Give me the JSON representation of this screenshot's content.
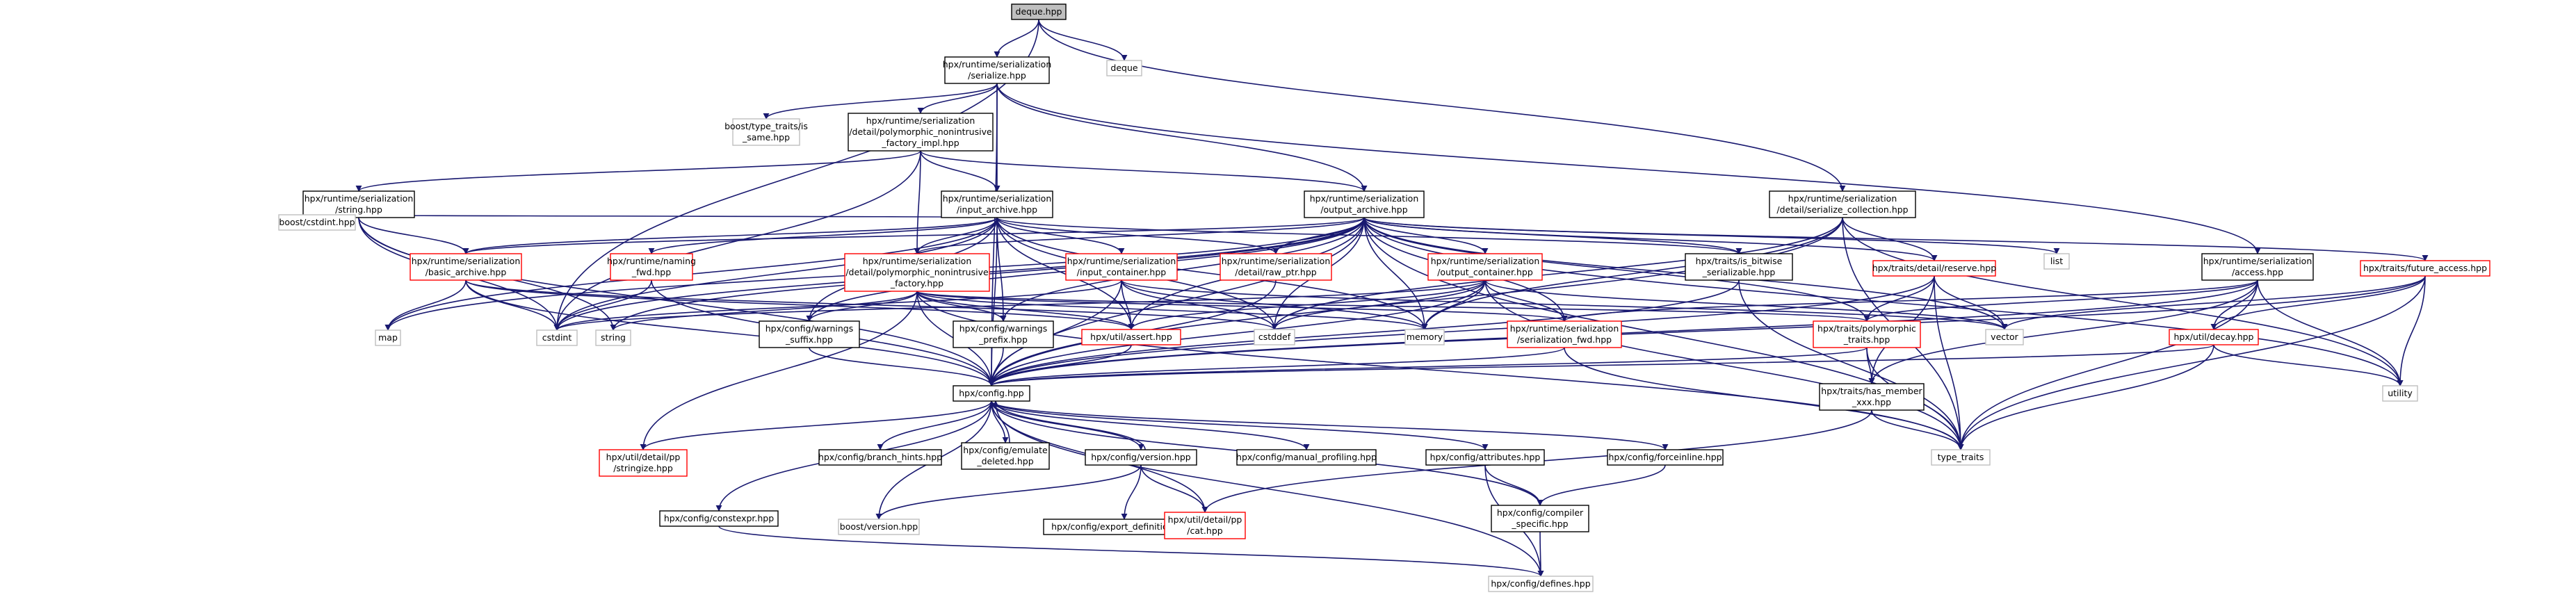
{
  "colors": {
    "edge": "#191970",
    "node_border_normal": "#000000",
    "node_border_red": "#ff0000",
    "node_border_external": "#bfbfbf",
    "root_fill": "#bfbfbf",
    "node_fill": "#ffffff"
  },
  "nodes": [
    {
      "id": "deque_hpp",
      "style": "root",
      "lines": [
        "deque.hpp"
      ]
    },
    {
      "id": "deque",
      "style": "external",
      "lines": [
        "deque"
      ]
    },
    {
      "id": "serialize",
      "style": "normal",
      "lines": [
        "hpx/runtime/serialization",
        "/serialize.hpp"
      ]
    },
    {
      "id": "is_same",
      "style": "external",
      "lines": [
        "boost/type_traits/is",
        "_same.hpp"
      ]
    },
    {
      "id": "poly_impl",
      "style": "normal",
      "lines": [
        "hpx/runtime/serialization",
        "/detail/polymorphic_nonintrusive",
        "_factory_impl.hpp"
      ]
    },
    {
      "id": "string_hpp",
      "style": "normal",
      "lines": [
        "hpx/runtime/serialization",
        "/string.hpp"
      ]
    },
    {
      "id": "input_archive",
      "style": "normal",
      "lines": [
        "hpx/runtime/serialization",
        "/input_archive.hpp"
      ]
    },
    {
      "id": "output_archive",
      "style": "normal",
      "lines": [
        "hpx/runtime/serialization",
        "/output_archive.hpp"
      ]
    },
    {
      "id": "serialize_collection",
      "style": "normal",
      "lines": [
        "hpx/runtime/serialization",
        "/detail/serialize_collection.hpp"
      ]
    },
    {
      "id": "boost_cstdint",
      "style": "external",
      "lines": [
        "boost/cstdint.hpp"
      ]
    },
    {
      "id": "basic_archive",
      "style": "red",
      "lines": [
        "hpx/runtime/serialization",
        "/basic_archive.hpp"
      ]
    },
    {
      "id": "naming_fwd",
      "style": "red",
      "lines": [
        "hpx/runtime/naming",
        "_fwd.hpp"
      ]
    },
    {
      "id": "poly_factory",
      "style": "red",
      "lines": [
        "hpx/runtime/serialization",
        "/detail/polymorphic_nonintrusive",
        "_factory.hpp"
      ]
    },
    {
      "id": "input_container",
      "style": "red",
      "lines": [
        "hpx/runtime/serialization",
        "/input_container.hpp"
      ]
    },
    {
      "id": "raw_ptr",
      "style": "red",
      "lines": [
        "hpx/runtime/serialization",
        "/detail/raw_ptr.hpp"
      ]
    },
    {
      "id": "output_container",
      "style": "red",
      "lines": [
        "hpx/runtime/serialization",
        "/output_container.hpp"
      ]
    },
    {
      "id": "is_bitwise",
      "style": "normal",
      "lines": [
        "hpx/traits/is_bitwise",
        "_serializable.hpp"
      ]
    },
    {
      "id": "reserve",
      "style": "red",
      "lines": [
        "hpx/traits/detail/reserve.hpp"
      ]
    },
    {
      "id": "list",
      "style": "external",
      "lines": [
        "list"
      ]
    },
    {
      "id": "access",
      "style": "normal",
      "lines": [
        "hpx/runtime/serialization",
        "/access.hpp"
      ]
    },
    {
      "id": "future_access",
      "style": "red",
      "lines": [
        "hpx/traits/future_access.hpp"
      ]
    },
    {
      "id": "map",
      "style": "external",
      "lines": [
        "map"
      ]
    },
    {
      "id": "cstdint",
      "style": "external",
      "lines": [
        "cstdint"
      ]
    },
    {
      "id": "string",
      "style": "external",
      "lines": [
        "string"
      ]
    },
    {
      "id": "warnings_suffix",
      "style": "normal",
      "lines": [
        "hpx/config/warnings",
        "_suffix.hpp"
      ]
    },
    {
      "id": "warnings_prefix",
      "style": "normal",
      "lines": [
        "hpx/config/warnings",
        "_prefix.hpp"
      ]
    },
    {
      "id": "assert",
      "style": "red",
      "lines": [
        "hpx/util/assert.hpp"
      ]
    },
    {
      "id": "cstddef",
      "style": "external",
      "lines": [
        "cstddef"
      ]
    },
    {
      "id": "memory",
      "style": "external",
      "lines": [
        "memory"
      ]
    },
    {
      "id": "serialization_fwd",
      "style": "red",
      "lines": [
        "hpx/runtime/serialization",
        "/serialization_fwd.hpp"
      ]
    },
    {
      "id": "polymorphic_traits",
      "style": "red",
      "lines": [
        "hpx/traits/polymorphic",
        "_traits.hpp"
      ]
    },
    {
      "id": "vector",
      "style": "external",
      "lines": [
        "vector"
      ]
    },
    {
      "id": "decay",
      "style": "red",
      "lines": [
        "hpx/util/decay.hpp"
      ]
    },
    {
      "id": "utility",
      "style": "external",
      "lines": [
        "utility"
      ]
    },
    {
      "id": "config",
      "style": "normal",
      "lines": [
        "hpx/config.hpp"
      ]
    },
    {
      "id": "has_member",
      "style": "normal",
      "lines": [
        "hpx/traits/has_member",
        "_xxx.hpp"
      ]
    },
    {
      "id": "type_traits",
      "style": "external",
      "lines": [
        "type_traits"
      ]
    },
    {
      "id": "stringize",
      "style": "red",
      "lines": [
        "hpx/util/detail/pp",
        "/stringize.hpp"
      ]
    },
    {
      "id": "branch_hints",
      "style": "normal",
      "lines": [
        "hpx/config/branch_hints.hpp"
      ]
    },
    {
      "id": "emulate_deleted",
      "style": "normal",
      "lines": [
        "hpx/config/emulate",
        "_deleted.hpp"
      ]
    },
    {
      "id": "config_version",
      "style": "normal",
      "lines": [
        "hpx/config/version.hpp"
      ]
    },
    {
      "id": "manual_profiling",
      "style": "normal",
      "lines": [
        "hpx/config/manual_profiling.hpp"
      ]
    },
    {
      "id": "attributes",
      "style": "normal",
      "lines": [
        "hpx/config/attributes.hpp"
      ]
    },
    {
      "id": "forceinline",
      "style": "normal",
      "lines": [
        "hpx/config/forceinline.hpp"
      ]
    },
    {
      "id": "constexpr",
      "style": "normal",
      "lines": [
        "hpx/config/constexpr.hpp"
      ]
    },
    {
      "id": "boost_version",
      "style": "external",
      "lines": [
        "boost/version.hpp"
      ]
    },
    {
      "id": "export_definitions",
      "style": "normal",
      "lines": [
        "hpx/config/export_definitions.hpp"
      ]
    },
    {
      "id": "cat",
      "style": "red",
      "lines": [
        "hpx/util/detail/pp",
        "/cat.hpp"
      ]
    },
    {
      "id": "compiler_specific",
      "style": "normal",
      "lines": [
        "hpx/config/compiler",
        "_specific.hpp"
      ]
    },
    {
      "id": "defines",
      "style": "external",
      "lines": [
        "hpx/config/defines.hpp"
      ]
    }
  ],
  "edges": [
    [
      "deque_hpp",
      "serialize"
    ],
    [
      "deque_hpp",
      "deque"
    ],
    [
      "deque_hpp",
      "serialize_collection"
    ],
    [
      "deque_hpp",
      "cstdint"
    ],
    [
      "serialize",
      "is_same"
    ],
    [
      "serialize",
      "poly_impl"
    ],
    [
      "serialize",
      "input_archive"
    ],
    [
      "serialize",
      "output_archive"
    ],
    [
      "serialize",
      "access"
    ],
    [
      "serialize",
      "config"
    ],
    [
      "poly_impl",
      "string_hpp"
    ],
    [
      "poly_impl",
      "input_archive"
    ],
    [
      "poly_impl",
      "output_archive"
    ],
    [
      "poly_impl",
      "poly_factory"
    ],
    [
      "poly_impl",
      "cstdint"
    ],
    [
      "string_hpp",
      "basic_archive"
    ],
    [
      "string_hpp",
      "cstdint"
    ],
    [
      "string_hpp",
      "string"
    ],
    [
      "string_hpp",
      "config"
    ],
    [
      "input_archive",
      "basic_archive"
    ],
    [
      "input_archive",
      "naming_fwd"
    ],
    [
      "input_archive",
      "poly_factory"
    ],
    [
      "input_archive",
      "input_container"
    ],
    [
      "input_archive",
      "raw_ptr"
    ],
    [
      "input_archive",
      "boost_cstdint"
    ],
    [
      "input_archive",
      "is_bitwise"
    ],
    [
      "input_archive",
      "warnings_suffix"
    ],
    [
      "input_archive",
      "warnings_prefix"
    ],
    [
      "input_archive",
      "assert"
    ],
    [
      "input_archive",
      "cstddef"
    ],
    [
      "input_archive",
      "memory"
    ],
    [
      "input_archive",
      "map"
    ],
    [
      "input_archive",
      "cstdint"
    ],
    [
      "input_archive",
      "config"
    ],
    [
      "output_archive",
      "basic_archive"
    ],
    [
      "output_archive",
      "poly_factory"
    ],
    [
      "output_archive",
      "output_container"
    ],
    [
      "output_archive",
      "raw_ptr"
    ],
    [
      "output_archive",
      "is_bitwise"
    ],
    [
      "output_archive",
      "reserve"
    ],
    [
      "output_archive",
      "list"
    ],
    [
      "output_archive",
      "future_access"
    ],
    [
      "output_archive",
      "serialization_fwd"
    ],
    [
      "output_archive",
      "polymorphic_traits"
    ],
    [
      "output_archive",
      "vector"
    ],
    [
      "output_archive",
      "utility"
    ],
    [
      "output_archive",
      "type_traits"
    ],
    [
      "output_archive",
      "assert"
    ],
    [
      "output_archive",
      "cstddef"
    ],
    [
      "output_archive",
      "memory"
    ],
    [
      "output_archive",
      "map"
    ],
    [
      "output_archive",
      "cstdint"
    ],
    [
      "output_archive",
      "string"
    ],
    [
      "output_archive",
      "config"
    ],
    [
      "output_archive",
      "warnings_suffix"
    ],
    [
      "output_archive",
      "warnings_prefix"
    ],
    [
      "serialize_collection",
      "reserve"
    ],
    [
      "serialize_collection",
      "utility"
    ],
    [
      "serialize_collection",
      "type_traits"
    ],
    [
      "serialize_collection",
      "memory"
    ],
    [
      "serialize_collection",
      "config"
    ],
    [
      "serialize_collection",
      "cstddef"
    ],
    [
      "basic_archive",
      "map"
    ],
    [
      "basic_archive",
      "cstdint"
    ],
    [
      "basic_archive",
      "cstddef"
    ],
    [
      "basic_archive",
      "config"
    ],
    [
      "basic_archive",
      "assert"
    ],
    [
      "naming_fwd",
      "cstdint"
    ],
    [
      "naming_fwd",
      "config"
    ],
    [
      "poly_factory",
      "warnings_suffix"
    ],
    [
      "poly_factory",
      "warnings_prefix"
    ],
    [
      "poly_factory",
      "stringize"
    ],
    [
      "poly_factory",
      "config"
    ],
    [
      "poly_factory",
      "string"
    ],
    [
      "poly_factory",
      "memory"
    ],
    [
      "poly_factory",
      "type_traits"
    ],
    [
      "poly_factory",
      "assert"
    ],
    [
      "poly_factory",
      "polymorphic_traits"
    ],
    [
      "poly_factory",
      "serialization_fwd"
    ],
    [
      "input_container",
      "assert"
    ],
    [
      "input_container",
      "cstddef"
    ],
    [
      "input_container",
      "cstdint"
    ],
    [
      "input_container",
      "memory"
    ],
    [
      "input_container",
      "vector"
    ],
    [
      "input_container",
      "config"
    ],
    [
      "raw_ptr",
      "config"
    ],
    [
      "output_container",
      "assert"
    ],
    [
      "output_container",
      "cstddef"
    ],
    [
      "output_container",
      "cstdint"
    ],
    [
      "output_container",
      "memory"
    ],
    [
      "output_container",
      "vector"
    ],
    [
      "output_container",
      "type_traits"
    ],
    [
      "output_container",
      "config"
    ],
    [
      "output_container",
      "serialization_fwd"
    ],
    [
      "is_bitwise",
      "type_traits"
    ],
    [
      "is_bitwise",
      "config"
    ],
    [
      "reserve",
      "has_member"
    ],
    [
      "reserve",
      "polymorphic_traits"
    ],
    [
      "reserve",
      "type_traits"
    ],
    [
      "reserve",
      "vector"
    ],
    [
      "reserve",
      "config"
    ],
    [
      "access",
      "has_member"
    ],
    [
      "access",
      "polymorphic_traits"
    ],
    [
      "access",
      "decay"
    ],
    [
      "access",
      "type_traits"
    ],
    [
      "access",
      "utility"
    ],
    [
      "access",
      "serialization_fwd"
    ],
    [
      "access",
      "config"
    ],
    [
      "future_access",
      "decay"
    ],
    [
      "future_access",
      "type_traits"
    ],
    [
      "future_access",
      "utility"
    ],
    [
      "future_access",
      "vector"
    ],
    [
      "future_access",
      "config"
    ],
    [
      "warnings_suffix",
      "config"
    ],
    [
      "warnings_prefix",
      "config"
    ],
    [
      "assert",
      "config"
    ],
    [
      "serialization_fwd",
      "type_traits"
    ],
    [
      "serialization_fwd",
      "config"
    ],
    [
      "polymorphic_traits",
      "has_member"
    ],
    [
      "polymorphic_traits",
      "type_traits"
    ],
    [
      "polymorphic_traits",
      "config"
    ],
    [
      "decay",
      "type_traits"
    ],
    [
      "decay",
      "utility"
    ],
    [
      "decay",
      "config"
    ],
    [
      "has_member",
      "cat"
    ],
    [
      "has_member",
      "type_traits"
    ],
    [
      "config",
      "stringize"
    ],
    [
      "config",
      "branch_hints"
    ],
    [
      "config",
      "emulate_deleted"
    ],
    [
      "config",
      "config_version"
    ],
    [
      "config",
      "manual_profiling"
    ],
    [
      "config",
      "attributes"
    ],
    [
      "config",
      "forceinline"
    ],
    [
      "config",
      "constexpr"
    ],
    [
      "config",
      "boost_version"
    ],
    [
      "config",
      "cat"
    ],
    [
      "config",
      "compiler_specific"
    ],
    [
      "config",
      "defines"
    ],
    [
      "emulate_deleted",
      "config"
    ],
    [
      "config_version",
      "config"
    ],
    [
      "config_version",
      "boost_version"
    ],
    [
      "config_version",
      "export_definitions"
    ],
    [
      "config_version",
      "cat"
    ],
    [
      "attributes",
      "compiler_specific"
    ],
    [
      "attributes",
      "defines"
    ],
    [
      "forceinline",
      "compiler_specific"
    ],
    [
      "compiler_specific",
      "defines"
    ],
    [
      "constexpr",
      "defines"
    ]
  ]
}
